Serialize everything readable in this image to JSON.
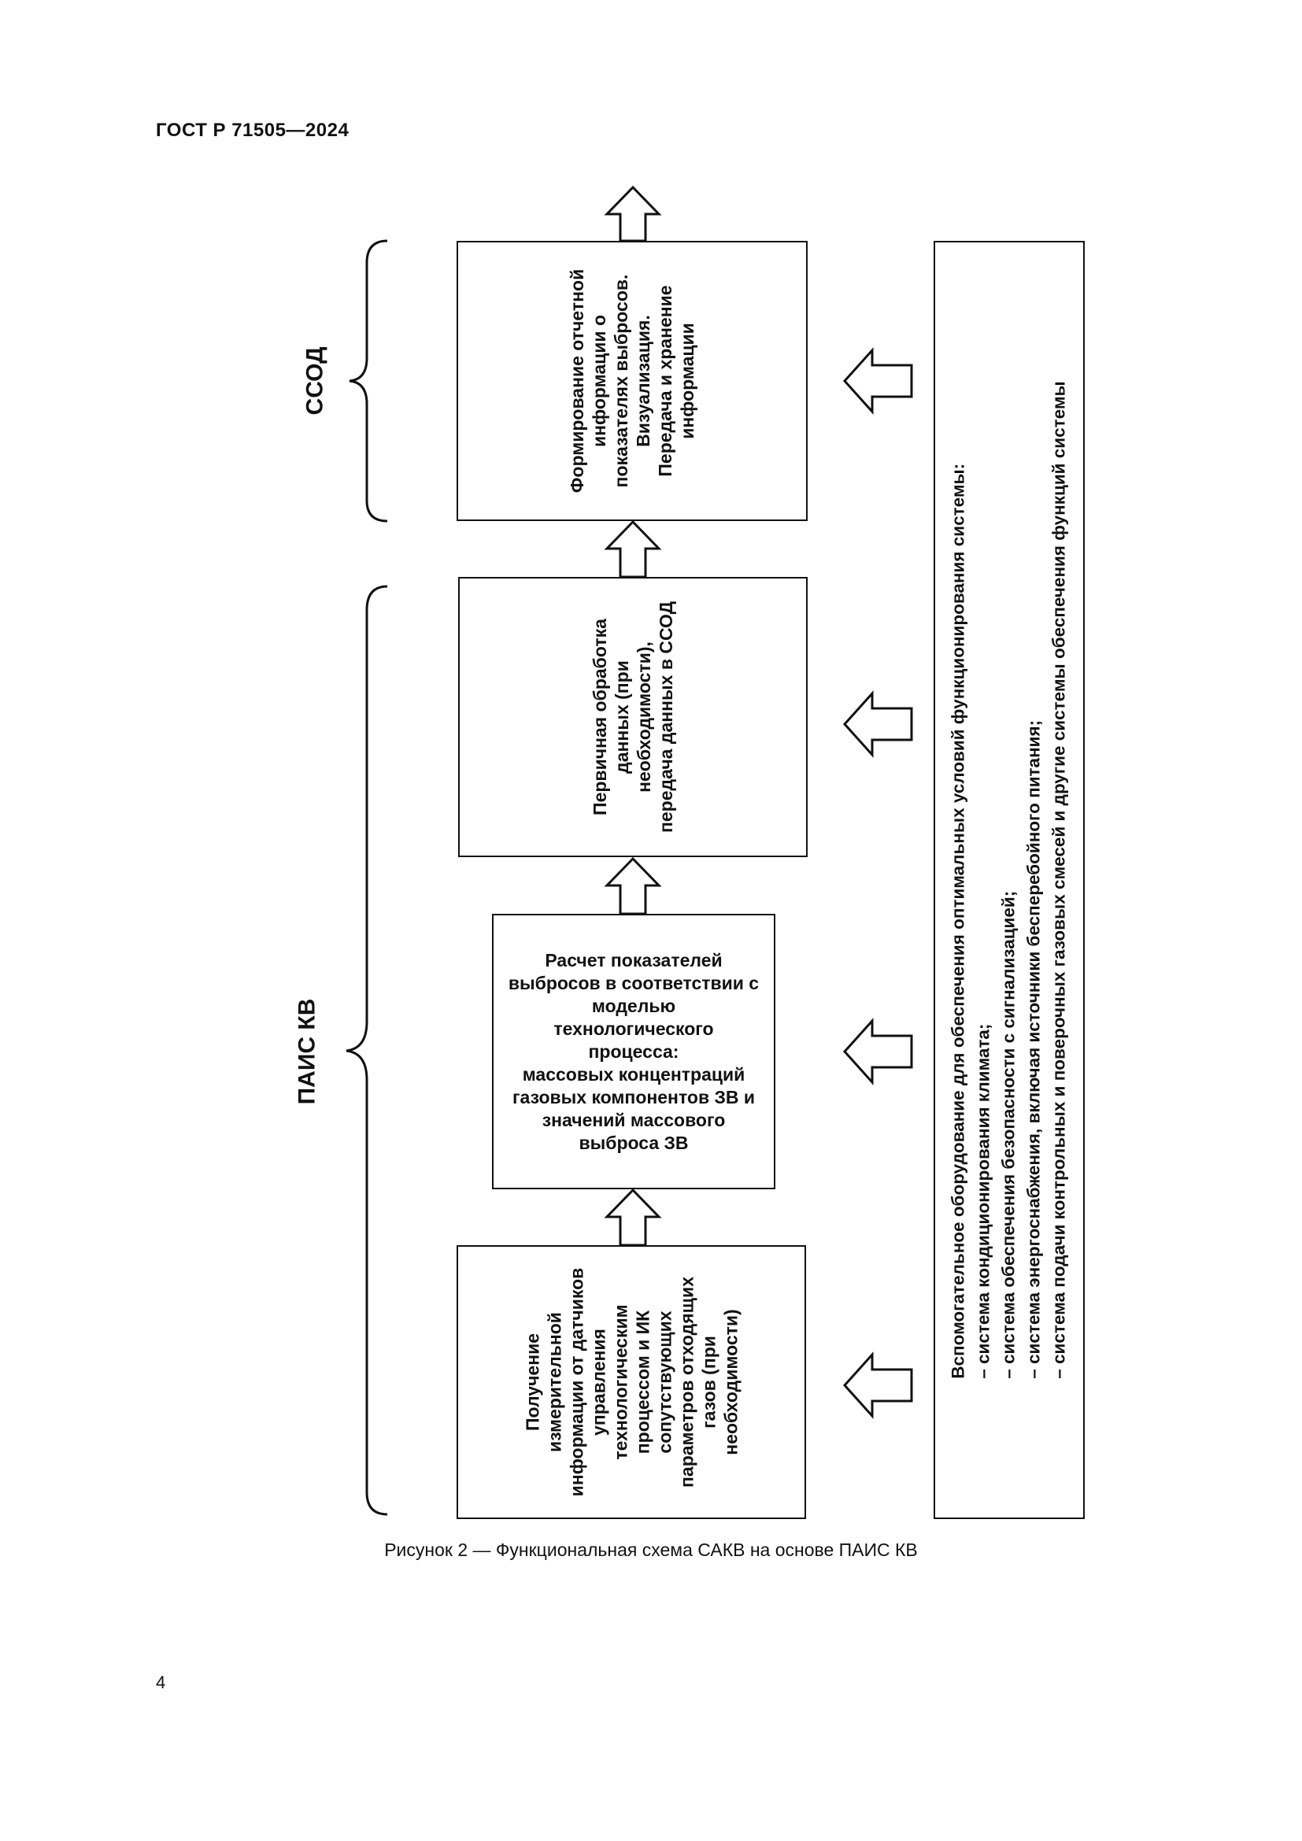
{
  "header": {
    "doc_code": "ГОСТ Р 71505—2024"
  },
  "groups": {
    "ssod": "ССОД",
    "pais": "ПАИС КВ"
  },
  "blocks": {
    "report": "Формирование отчетной\nинформации о\nпоказателях выбросов.\nВизуализация.\nПередача и хранение\nинформации",
    "primary": "Первичная обработка\nданных (при\nнеобходимости),\nпередача данных в ССОД",
    "calc": "Расчет показателей\nвыбросов в соответствии с\nмоделью\nтехнологического\nпроцесса:\nмассовых концентраций\nгазовых компонентов ЗВ и\nзначений массового\nвыброса ЗВ",
    "input": "Получение\nизмерительной\nинформации от датчиков\nуправления\nтехнологическим\nпроцессом и ИК\nсопутствующих\nпараметров отходящих\nгазов (при\nнеобходимости)"
  },
  "auxiliary": {
    "title": "Вспомогательное оборудование для обеспечения оптимальных условий функционирования системы:",
    "items": [
      "– система кондиционирования климата;",
      "– система обеспечения безопасности с сигнализацией;",
      "– система энергоснабжения, включая источники бесперебойного питания;",
      "– система подачи контрольных и поверочных газовых смесей и другие системы обеспечения функций системы"
    ]
  },
  "caption": "Рисунок 2 — Функциональная схема САКВ на основе ПАИС КВ",
  "page_number": "4"
}
